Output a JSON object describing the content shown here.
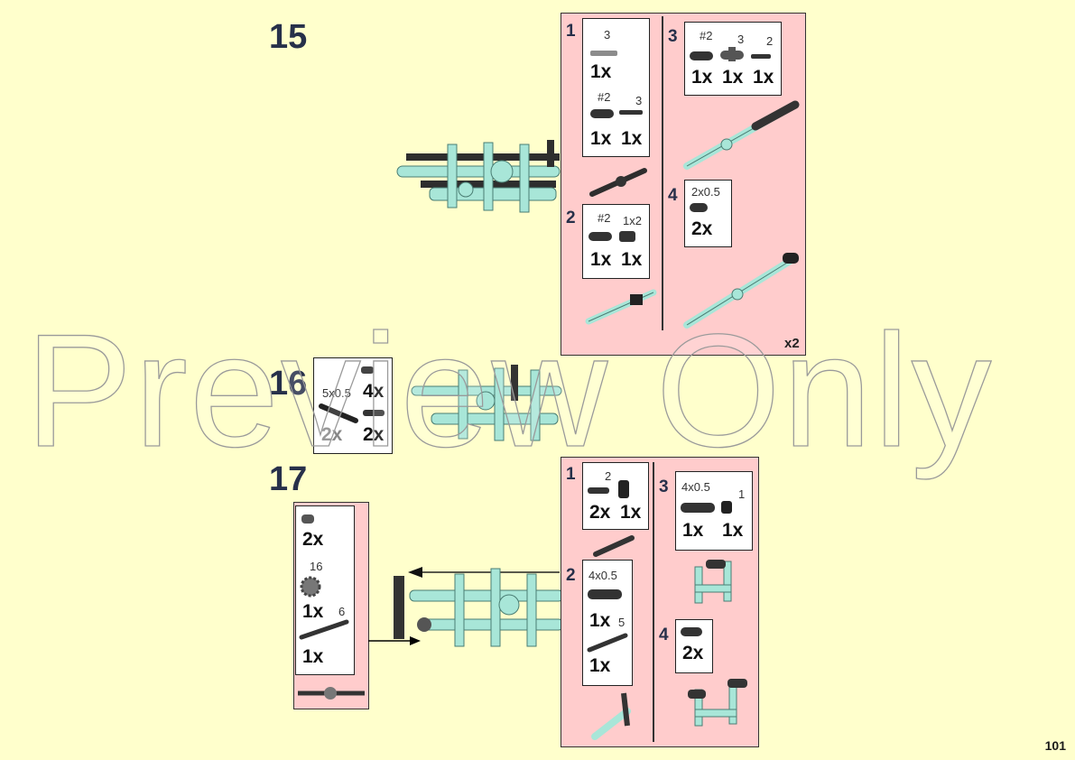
{
  "page_number": "101",
  "watermark": "Preview Only",
  "step15": {
    "number": "15",
    "multiplier": "x2",
    "sub1": {
      "num": "1",
      "parts": [
        {
          "label": "3",
          "qty": "1x"
        },
        {
          "label": "#2",
          "qty": "1x"
        },
        {
          "label": "3",
          "qty": "1x"
        }
      ]
    },
    "sub2": {
      "num": "2",
      "parts": [
        {
          "label": "#2",
          "qty": "1x"
        },
        {
          "label": "1x2",
          "qty": "1x"
        }
      ]
    },
    "sub3": {
      "num": "3",
      "parts": [
        {
          "label": "#2",
          "qty": "1x"
        },
        {
          "label": "3",
          "qty": "1x"
        },
        {
          "label": "2",
          "qty": "1x"
        }
      ]
    },
    "sub4": {
      "num": "4",
      "parts": [
        {
          "label": "2x0.5",
          "qty": "2x"
        }
      ]
    }
  },
  "step16": {
    "number": "16",
    "parts": [
      {
        "label": "",
        "qty": "4x"
      },
      {
        "label": "5x0.5",
        "qty": "2x"
      },
      {
        "label": "",
        "qty": "2x"
      }
    ]
  },
  "step17": {
    "number": "17",
    "parts": [
      {
        "label": "",
        "qty": "2x"
      },
      {
        "label": "16",
        "qty": "1x"
      },
      {
        "label": "6",
        "qty": "1x"
      }
    ],
    "sub1": {
      "num": "1",
      "parts": [
        {
          "label": "",
          "qty": "2x"
        },
        {
          "label": "2",
          "qty": "1x"
        }
      ]
    },
    "sub2": {
      "num": "2",
      "parts": [
        {
          "label": "4x0.5",
          "qty": "1x"
        },
        {
          "label": "5",
          "qty": "1x"
        }
      ]
    },
    "sub3": {
      "num": "3",
      "parts": [
        {
          "label": "4x0.5",
          "qty": "1x"
        },
        {
          "label": "1",
          "qty": "1x"
        }
      ]
    },
    "sub4": {
      "num": "4",
      "parts": [
        {
          "label": "",
          "qty": "2x"
        }
      ]
    }
  },
  "colors": {
    "background": "#ffffcc",
    "panel": "#ffcccc",
    "part_teal": "#a8e6d8",
    "part_dark": "#3a3a3a"
  }
}
